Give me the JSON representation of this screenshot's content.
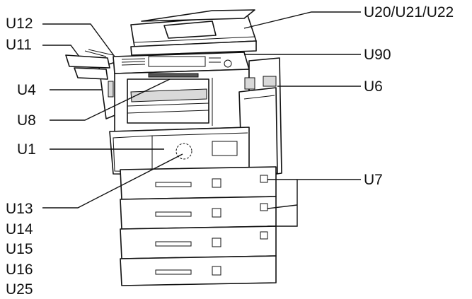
{
  "labels": {
    "u12": "U12",
    "u11": "U11",
    "u4": "U4",
    "u8": "U8",
    "u1": "U1",
    "u13": "U13",
    "u14": "U14",
    "u15": "U15",
    "u16": "U16",
    "u25": "U25",
    "u20_u21_u22": "U20/U21/U22",
    "u90": "U90",
    "u6": "U6",
    "u7": "U7"
  },
  "colors": {
    "line": "#111111",
    "background": "#ffffff",
    "shade": "#d9d9d9"
  }
}
